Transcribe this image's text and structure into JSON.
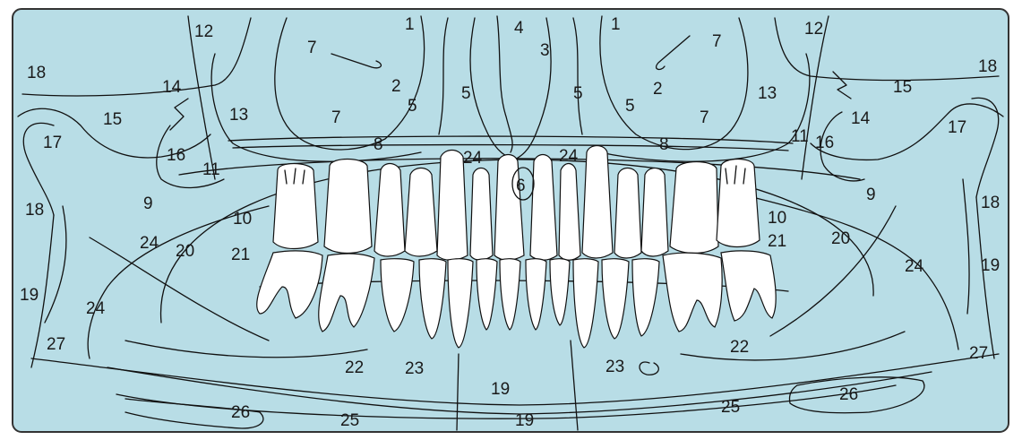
{
  "colors": {
    "background": "#b8dde6",
    "frame": "#333333",
    "tooth": "#ffffff",
    "line": "#111111"
  },
  "labels": [
    {
      "id": "l1a",
      "text": "1"
    },
    {
      "id": "l1b",
      "text": "1"
    },
    {
      "id": "l2a",
      "text": "2"
    },
    {
      "id": "l2b",
      "text": "2"
    },
    {
      "id": "l3",
      "text": "3"
    },
    {
      "id": "l4",
      "text": "4"
    },
    {
      "id": "l5a",
      "text": "5"
    },
    {
      "id": "l5b",
      "text": "5"
    },
    {
      "id": "l5c",
      "text": "5"
    },
    {
      "id": "l5d",
      "text": "5"
    },
    {
      "id": "l6",
      "text": "6"
    },
    {
      "id": "l7a",
      "text": "7"
    },
    {
      "id": "l7b",
      "text": "7"
    },
    {
      "id": "l7c",
      "text": "7"
    },
    {
      "id": "l7d",
      "text": "7"
    },
    {
      "id": "l8a",
      "text": "8"
    },
    {
      "id": "l8b",
      "text": "8"
    },
    {
      "id": "l9a",
      "text": "9"
    },
    {
      "id": "l9b",
      "text": "9"
    },
    {
      "id": "l10a",
      "text": "10"
    },
    {
      "id": "l10b",
      "text": "10"
    },
    {
      "id": "l11a",
      "text": "11"
    },
    {
      "id": "l11b",
      "text": "11"
    },
    {
      "id": "l12a",
      "text": "12"
    },
    {
      "id": "l12b",
      "text": "12"
    },
    {
      "id": "l13a",
      "text": "13"
    },
    {
      "id": "l13b",
      "text": "13"
    },
    {
      "id": "l14a",
      "text": "14"
    },
    {
      "id": "l14b",
      "text": "14"
    },
    {
      "id": "l15a",
      "text": "15"
    },
    {
      "id": "l15b",
      "text": "15"
    },
    {
      "id": "l16a",
      "text": "16"
    },
    {
      "id": "l16b",
      "text": "16"
    },
    {
      "id": "l17a",
      "text": "17"
    },
    {
      "id": "l17b",
      "text": "17"
    },
    {
      "id": "l18a",
      "text": "18"
    },
    {
      "id": "l18b",
      "text": "18"
    },
    {
      "id": "l18c",
      "text": "18"
    },
    {
      "id": "l18d",
      "text": "18"
    },
    {
      "id": "l19a",
      "text": "19"
    },
    {
      "id": "l19b",
      "text": "19"
    },
    {
      "id": "l19c",
      "text": "19"
    },
    {
      "id": "l19d",
      "text": "19"
    },
    {
      "id": "l20a",
      "text": "20"
    },
    {
      "id": "l20b",
      "text": "20"
    },
    {
      "id": "l21a",
      "text": "21"
    },
    {
      "id": "l21b",
      "text": "21"
    },
    {
      "id": "l22a",
      "text": "22"
    },
    {
      "id": "l22b",
      "text": "22"
    },
    {
      "id": "l23a",
      "text": "23"
    },
    {
      "id": "l23b",
      "text": "23"
    },
    {
      "id": "l24a",
      "text": "24"
    },
    {
      "id": "l24b",
      "text": "24"
    },
    {
      "id": "l24c",
      "text": "24"
    },
    {
      "id": "l24d",
      "text": "24"
    },
    {
      "id": "l24e",
      "text": "24"
    },
    {
      "id": "l25a",
      "text": "25"
    },
    {
      "id": "l25b",
      "text": "25"
    },
    {
      "id": "l26a",
      "text": "26"
    },
    {
      "id": "l26b",
      "text": "26"
    },
    {
      "id": "l27a",
      "text": "27"
    },
    {
      "id": "l27b",
      "text": "27"
    }
  ]
}
